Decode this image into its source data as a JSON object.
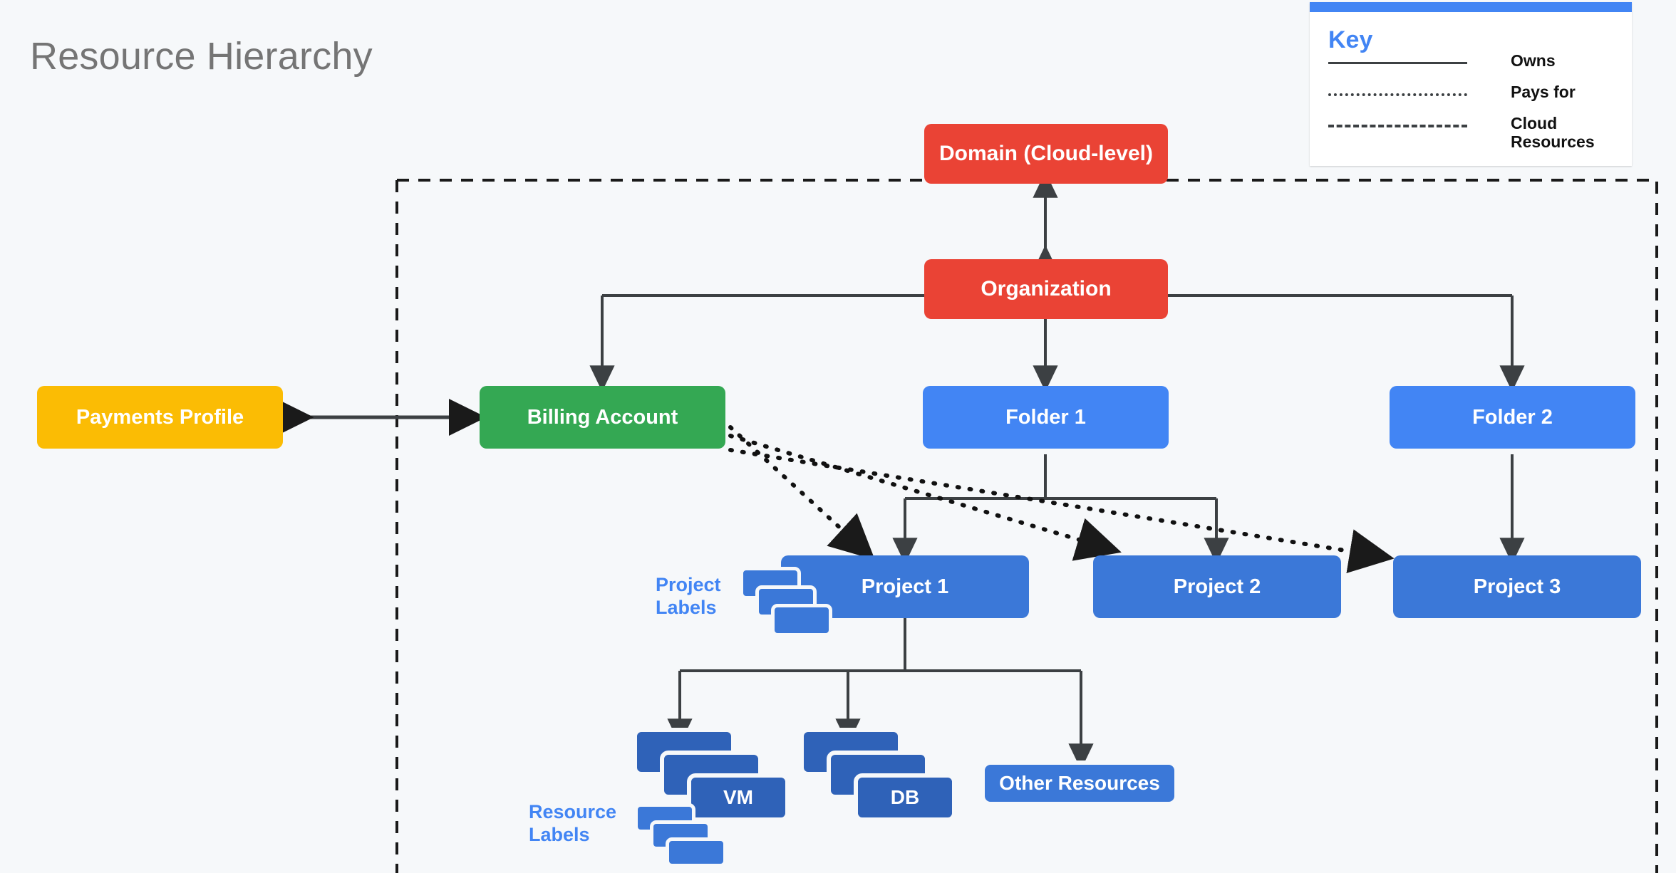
{
  "page": {
    "title": "Resource Hierarchy",
    "background_color": "#F6F8FA"
  },
  "key": {
    "heading": "Key",
    "accent_color": "#4285F4",
    "items": [
      {
        "style": "solid",
        "label": "Owns"
      },
      {
        "style": "dotted",
        "label": "Pays for"
      },
      {
        "style": "dashed",
        "label": "Cloud Resources"
      }
    ]
  },
  "nodes": {
    "domain": {
      "label": "Domain (Cloud-level)",
      "color": "#EA4335"
    },
    "organization": {
      "label": "Organization",
      "color": "#EA4335"
    },
    "payments_profile": {
      "label": "Payments Profile",
      "color": "#FBBC04"
    },
    "billing_account": {
      "label": "Billing Account",
      "color": "#34A853"
    },
    "folder_1": {
      "label": "Folder 1",
      "color": "#4285F4"
    },
    "folder_2": {
      "label": "Folder 2",
      "color": "#4285F4"
    },
    "project_1": {
      "label": "Project 1",
      "color": "#3B78D8"
    },
    "project_2": {
      "label": "Project 2",
      "color": "#3B78D8"
    },
    "project_3": {
      "label": "Project 3",
      "color": "#3B78D8"
    },
    "vm": {
      "label": "VM",
      "color": "#2F62B8"
    },
    "db": {
      "label": "DB",
      "color": "#2F62B8"
    },
    "other_resources": {
      "label": "Other Resources",
      "color": "#3B78D8"
    }
  },
  "annotations": {
    "project_labels": "Project\nLabels",
    "project_labels_line1": "Project",
    "project_labels_line2": "Labels",
    "resource_labels_line1": "Resource",
    "resource_labels_line2": "Labels",
    "label_color": "#4285F4"
  },
  "edges": [
    {
      "from": "organization",
      "to": "domain",
      "type": "owns",
      "arrow": "both"
    },
    {
      "from": "organization",
      "to": "billing_account",
      "type": "owns",
      "arrow": "to"
    },
    {
      "from": "organization",
      "to": "folder_1",
      "type": "owns",
      "arrow": "to"
    },
    {
      "from": "organization",
      "to": "folder_2",
      "type": "owns",
      "arrow": "to"
    },
    {
      "from": "payments_profile",
      "to": "billing_account",
      "type": "owns",
      "arrow": "both"
    },
    {
      "from": "folder_1",
      "to": "project_1",
      "type": "owns",
      "arrow": "to"
    },
    {
      "from": "folder_1",
      "to": "project_2",
      "type": "owns",
      "arrow": "to"
    },
    {
      "from": "folder_2",
      "to": "project_3",
      "type": "owns",
      "arrow": "to"
    },
    {
      "from": "billing_account",
      "to": "project_1",
      "type": "pays for",
      "arrow": "to"
    },
    {
      "from": "billing_account",
      "to": "project_2",
      "type": "pays for",
      "arrow": "to"
    },
    {
      "from": "billing_account",
      "to": "project_3",
      "type": "pays for",
      "arrow": "to"
    },
    {
      "from": "project_1",
      "to": "vm",
      "type": "owns",
      "arrow": "to"
    },
    {
      "from": "project_1",
      "to": "db",
      "type": "owns",
      "arrow": "to"
    },
    {
      "from": "project_1",
      "to": "other_resources",
      "type": "owns",
      "arrow": "to"
    }
  ],
  "cloud_boundary": {
    "label": "Cloud Resources",
    "style": "dashed",
    "contains": [
      "organization",
      "billing_account",
      "folder_1",
      "folder_2",
      "project_1",
      "project_2",
      "project_3",
      "vm",
      "db",
      "other_resources"
    ]
  }
}
